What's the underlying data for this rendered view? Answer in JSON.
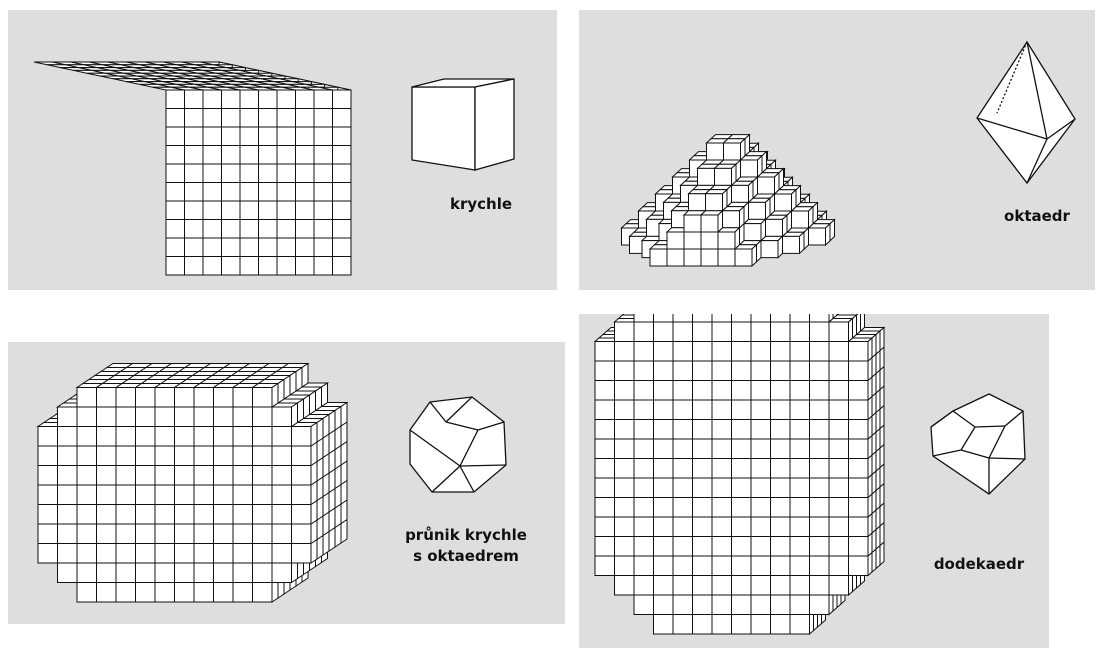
{
  "panels": [
    {
      "id": "cube",
      "label": "krychle"
    },
    {
      "id": "octahedron",
      "label": "oktaedr"
    },
    {
      "id": "cube-octahedron",
      "label": "průnik krychle\ns oktaedrem"
    },
    {
      "id": "dodecahedron",
      "label": "dodekaedr"
    }
  ],
  "colors": {
    "panel_background": "#dedede",
    "stroke": "#111111",
    "fill": "#ffffff"
  }
}
